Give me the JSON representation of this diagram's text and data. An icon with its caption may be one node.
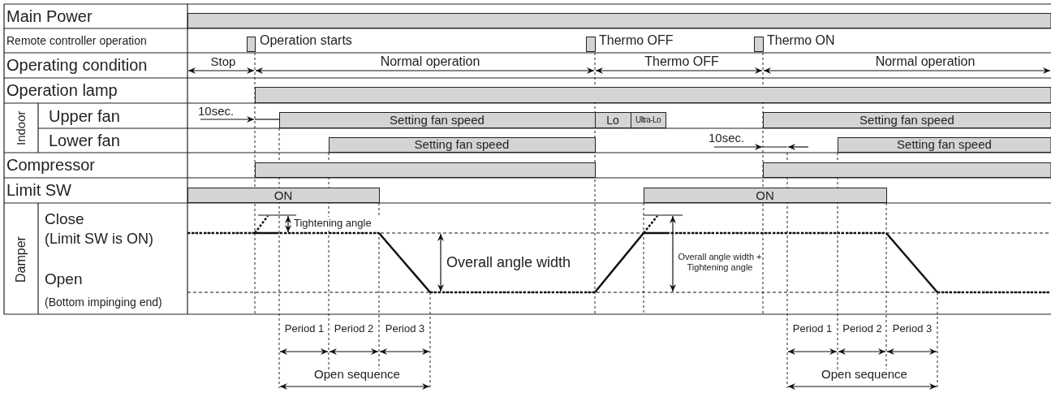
{
  "diagram": {
    "labels": [
      "Main Power",
      "Remote controller operation",
      "Operation starts",
      "Thermo OFF",
      "Thermo ON",
      "Operating condition",
      "Stop",
      "Normal operation",
      "Thermo OFF",
      "Normal operation",
      "Operation lamp",
      "Indoor",
      "Upper fan",
      "10sec.",
      "Setting fan speed",
      "Lo",
      "Ultra-Lo",
      "Setting fan speed",
      "Lower fan",
      "Setting fan speed",
      "10sec.",
      "Setting fan speed",
      "Compressor",
      "Limit SW",
      "ON",
      "ON",
      "Damper",
      "Close",
      "(Limit SW is ON)",
      "Tightening angle",
      "Overall angle width",
      "Overall angle width + Tightening angle",
      "Open",
      "(Bottom impinging end)",
      "Period 1",
      "Period 2",
      "Period 3",
      "Open sequence",
      "Period 1",
      "Period 2",
      "Period 3",
      "Open sequence"
    ]
  }
}
